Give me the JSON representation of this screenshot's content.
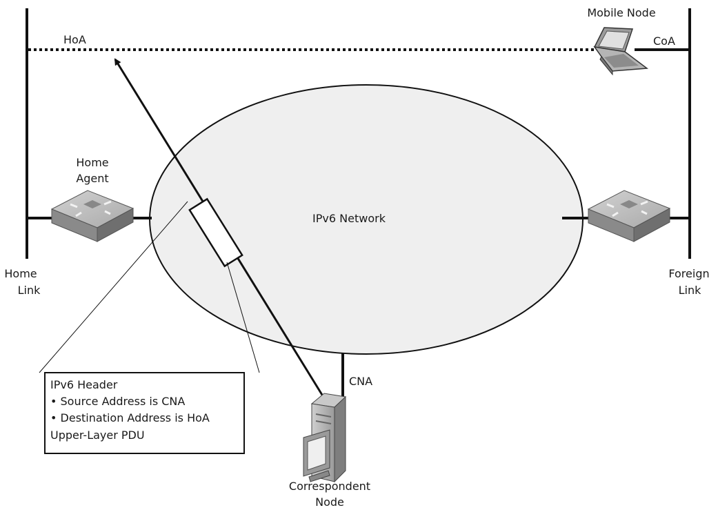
{
  "network": {
    "label": "IPv6 Network"
  },
  "home_link": {
    "line1": "Home",
    "line2": "Link"
  },
  "foreign_link": {
    "line1": "Foreign",
    "line2": "Link"
  },
  "home_agent": {
    "line1": "Home",
    "line2": "Agent"
  },
  "mobile_node": {
    "label": "Mobile Node"
  },
  "correspondent_node": {
    "line1": "Correspondent",
    "line2": "Node"
  },
  "addresses": {
    "hoa": "HoA",
    "coa": "CoA",
    "cna": "CNA"
  },
  "packet_callout": {
    "title": "IPv6 Header",
    "bullet1": "• Source Address is CNA",
    "bullet2": "• Destination Address is HoA",
    "footer": "Upper-Layer PDU"
  },
  "colors": {
    "line": "#111111",
    "cloud_fill": "#efefef",
    "router_top": "#bdbdbd",
    "router_side": "#8a8a8a"
  }
}
